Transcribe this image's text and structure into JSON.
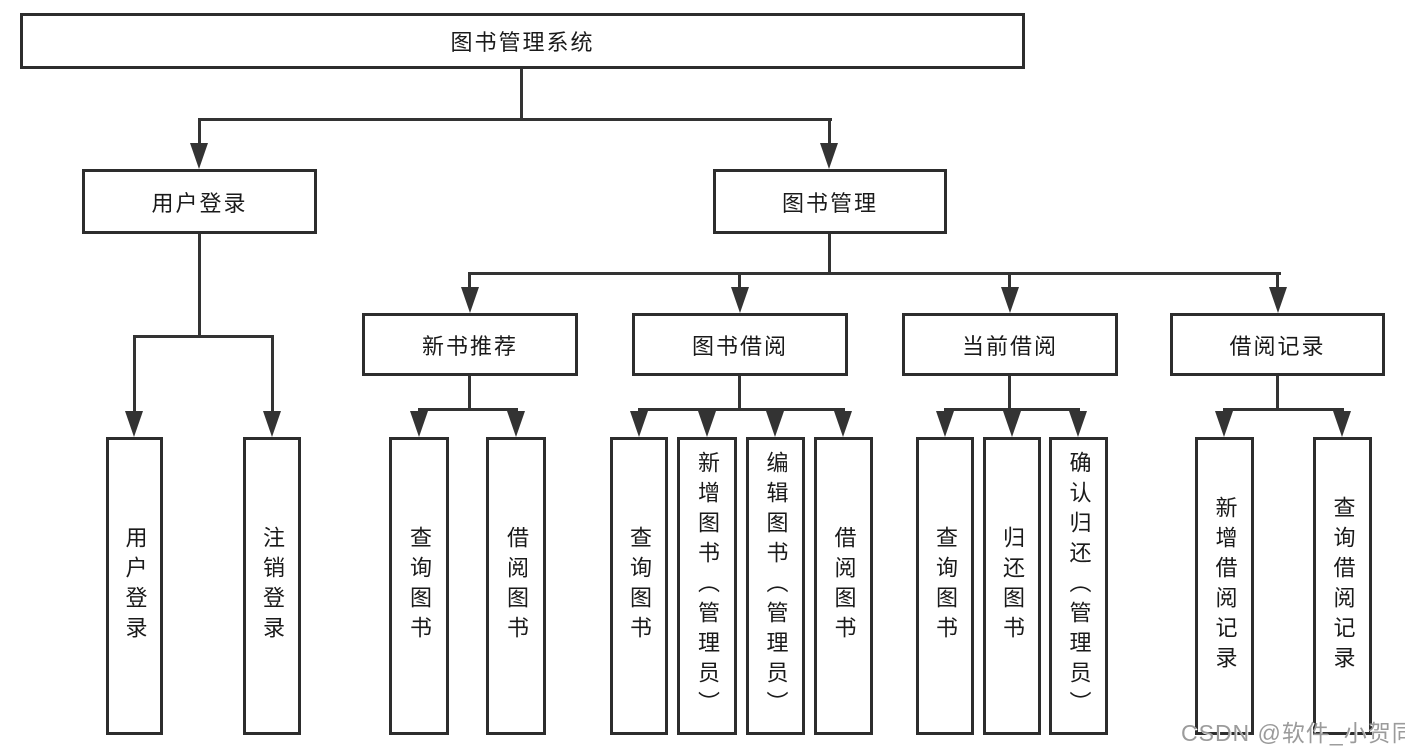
{
  "diagram": {
    "title": "图书管理系统",
    "root": {
      "label": "图书管理系统"
    },
    "level2": [
      {
        "id": "user-login",
        "label": "用户登录"
      },
      {
        "id": "book-management",
        "label": "图书管理"
      }
    ],
    "level3": [
      {
        "id": "new-book-recommend",
        "label": "新书推荐"
      },
      {
        "id": "book-borrow",
        "label": "图书借阅"
      },
      {
        "id": "current-borrow",
        "label": "当前借阅"
      },
      {
        "id": "borrow-records",
        "label": "借阅记录"
      }
    ],
    "leaves": {
      "user_login": [
        "用户登录",
        "注销登录"
      ],
      "new_book": [
        "查询图书",
        "借阅图书"
      ],
      "book_borrow": [
        "查询图书",
        "新增图书（管理员）",
        "编辑图书（管理员）",
        "借阅图书"
      ],
      "current_borrow": [
        "查询图书",
        "归还图书",
        "确认归还（管理员）"
      ],
      "borrow_records": [
        "新增借阅记录",
        "查询借阅记录"
      ]
    }
  },
  "watermark": {
    "text": "CSDN @软件_小贺同学",
    "color": "#9b9b9b"
  },
  "colors": {
    "background": "#ffffff",
    "line": "#333333",
    "box_border": "#2d2d2d",
    "text": "#1a1a1a"
  }
}
